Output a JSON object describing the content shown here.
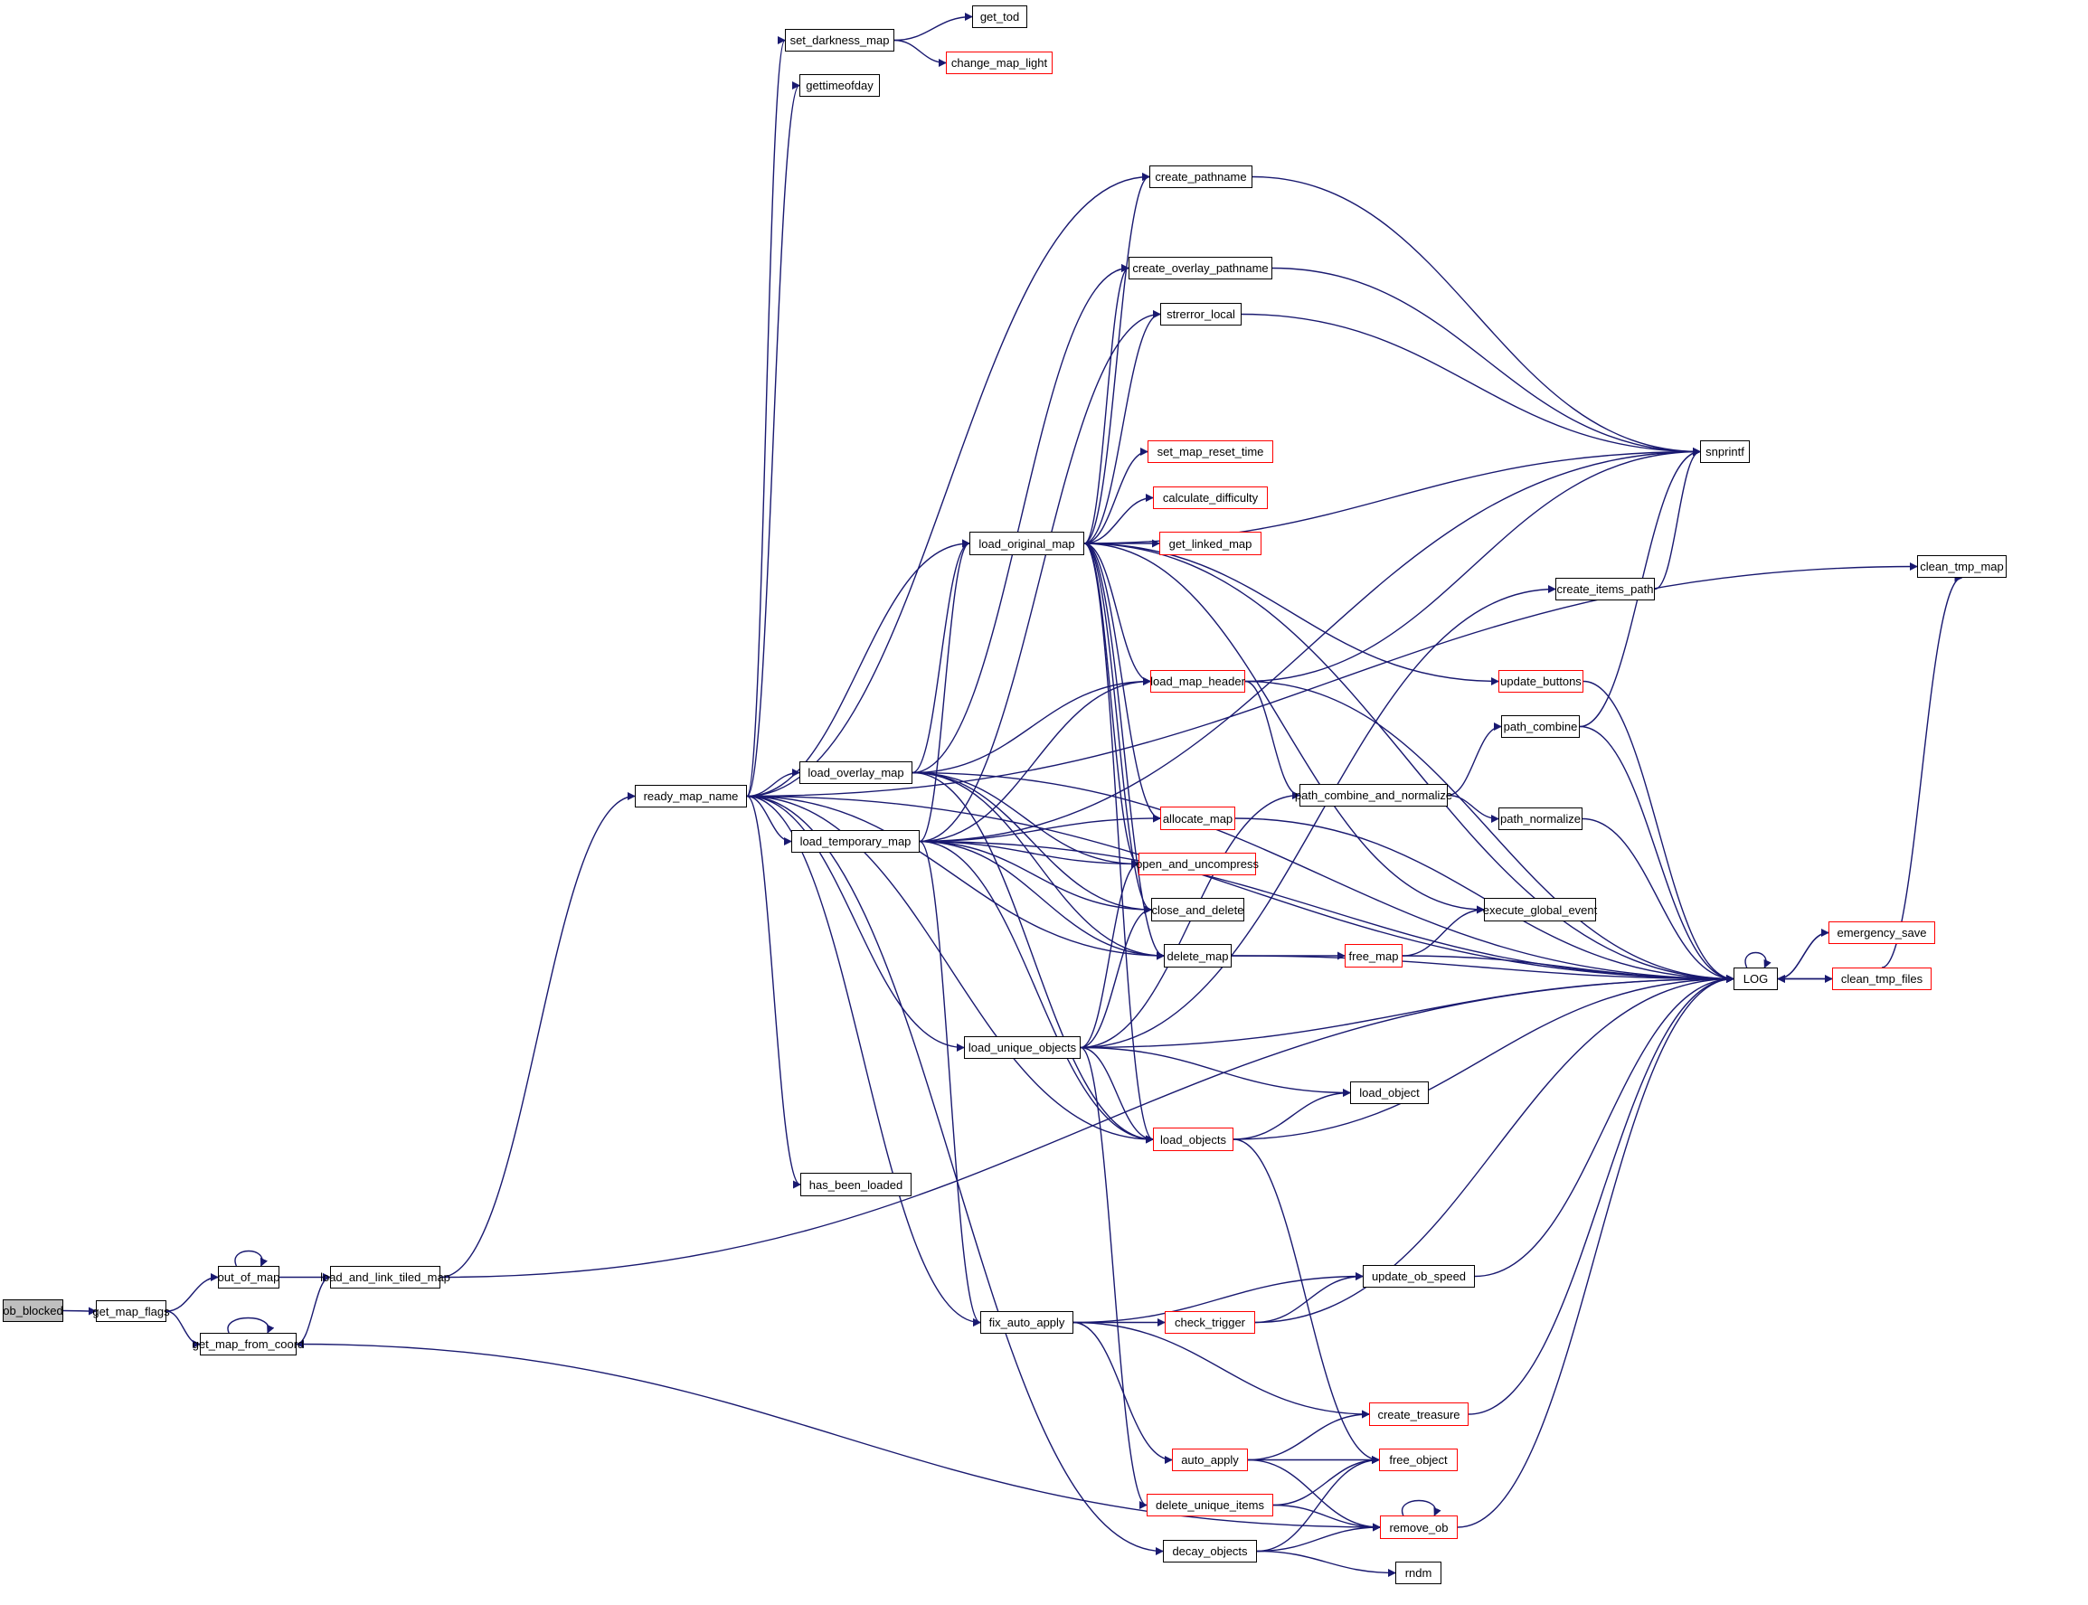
{
  "graph": {
    "type": "call-graph",
    "root": "ob_blocked",
    "edge_color": "#191970",
    "node_border_default": "#000000",
    "node_border_incomplete": "#ff0000",
    "root_fill": "#bfbfbf",
    "nodes": [
      {
        "id": "ob_blocked",
        "label": "ob_blocked",
        "style": "root"
      },
      {
        "id": "get_map_flags",
        "label": "get_map_flags",
        "style": "normal"
      },
      {
        "id": "out_of_map",
        "label": "out_of_map",
        "style": "normal"
      },
      {
        "id": "get_map_from_coord",
        "label": "get_map_from_coord",
        "style": "normal"
      },
      {
        "id": "load_and_link_tiled_map",
        "label": "load_and_link_tiled_map",
        "style": "normal"
      },
      {
        "id": "ready_map_name",
        "label": "ready_map_name",
        "style": "normal"
      },
      {
        "id": "set_darkness_map",
        "label": "set_darkness_map",
        "style": "normal"
      },
      {
        "id": "get_tod",
        "label": "get_tod",
        "style": "normal"
      },
      {
        "id": "change_map_light",
        "label": "change_map_light",
        "style": "red"
      },
      {
        "id": "gettimeofday",
        "label": "gettimeofday",
        "style": "normal"
      },
      {
        "id": "create_pathname",
        "label": "create_pathname",
        "style": "normal"
      },
      {
        "id": "create_overlay_pathname",
        "label": "create_overlay_pathname",
        "style": "normal"
      },
      {
        "id": "strerror_local",
        "label": "strerror_local",
        "style": "normal"
      },
      {
        "id": "snprintf",
        "label": "snprintf",
        "style": "normal"
      },
      {
        "id": "set_map_reset_time",
        "label": "set_map_reset_time",
        "style": "red"
      },
      {
        "id": "calculate_difficulty",
        "label": "calculate_difficulty",
        "style": "red"
      },
      {
        "id": "get_linked_map",
        "label": "get_linked_map",
        "style": "red"
      },
      {
        "id": "load_original_map",
        "label": "load_original_map",
        "style": "normal"
      },
      {
        "id": "clean_tmp_map",
        "label": "clean_tmp_map",
        "style": "normal"
      },
      {
        "id": "create_items_path",
        "label": "create_items_path",
        "style": "normal"
      },
      {
        "id": "load_map_header",
        "label": "load_map_header",
        "style": "red"
      },
      {
        "id": "update_buttons",
        "label": "update_buttons",
        "style": "red"
      },
      {
        "id": "path_combine",
        "label": "path_combine",
        "style": "normal"
      },
      {
        "id": "load_overlay_map",
        "label": "load_overlay_map",
        "style": "normal"
      },
      {
        "id": "path_combine_and_normalize",
        "label": "path_combine_and_normalize",
        "style": "normal"
      },
      {
        "id": "allocate_map",
        "label": "allocate_map",
        "style": "red"
      },
      {
        "id": "path_normalize",
        "label": "path_normalize",
        "style": "normal"
      },
      {
        "id": "load_temporary_map",
        "label": "load_temporary_map",
        "style": "normal"
      },
      {
        "id": "open_and_uncompress",
        "label": "open_and_uncompress",
        "style": "red"
      },
      {
        "id": "close_and_delete",
        "label": "close_and_delete",
        "style": "normal"
      },
      {
        "id": "execute_global_event",
        "label": "execute_global_event",
        "style": "normal"
      },
      {
        "id": "emergency_save",
        "label": "emergency_save",
        "style": "red"
      },
      {
        "id": "delete_map",
        "label": "delete_map",
        "style": "normal"
      },
      {
        "id": "free_map",
        "label": "free_map",
        "style": "red"
      },
      {
        "id": "LOG",
        "label": "LOG",
        "style": "normal"
      },
      {
        "id": "clean_tmp_files",
        "label": "clean_tmp_files",
        "style": "red"
      },
      {
        "id": "load_unique_objects",
        "label": "load_unique_objects",
        "style": "normal"
      },
      {
        "id": "load_object",
        "label": "load_object",
        "style": "normal"
      },
      {
        "id": "load_objects",
        "label": "load_objects",
        "style": "red"
      },
      {
        "id": "has_been_loaded",
        "label": "has_been_loaded",
        "style": "normal"
      },
      {
        "id": "update_ob_speed",
        "label": "update_ob_speed",
        "style": "normal"
      },
      {
        "id": "fix_auto_apply",
        "label": "fix_auto_apply",
        "style": "normal"
      },
      {
        "id": "check_trigger",
        "label": "check_trigger",
        "style": "red"
      },
      {
        "id": "create_treasure",
        "label": "create_treasure",
        "style": "red"
      },
      {
        "id": "auto_apply",
        "label": "auto_apply",
        "style": "red"
      },
      {
        "id": "free_object",
        "label": "free_object",
        "style": "red"
      },
      {
        "id": "delete_unique_items",
        "label": "delete_unique_items",
        "style": "red"
      },
      {
        "id": "remove_ob",
        "label": "remove_ob",
        "style": "red"
      },
      {
        "id": "decay_objects",
        "label": "decay_objects",
        "style": "normal"
      },
      {
        "id": "rndm",
        "label": "rndm",
        "style": "normal"
      }
    ],
    "edges": [
      [
        "ob_blocked",
        "get_map_flags"
      ],
      [
        "get_map_flags",
        "out_of_map"
      ],
      [
        "get_map_flags",
        "get_map_from_coord"
      ],
      [
        "out_of_map",
        "out_of_map"
      ],
      [
        "out_of_map",
        "load_and_link_tiled_map"
      ],
      [
        "get_map_from_coord",
        "get_map_from_coord"
      ],
      [
        "get_map_from_coord",
        "load_and_link_tiled_map"
      ],
      [
        "load_and_link_tiled_map",
        "ready_map_name"
      ],
      [
        "load_and_link_tiled_map",
        "LOG"
      ],
      [
        "ready_map_name",
        "set_darkness_map"
      ],
      [
        "ready_map_name",
        "gettimeofday"
      ],
      [
        "ready_map_name",
        "clean_tmp_map"
      ],
      [
        "ready_map_name",
        "create_pathname"
      ],
      [
        "ready_map_name",
        "LOG"
      ],
      [
        "ready_map_name",
        "load_original_map"
      ],
      [
        "ready_map_name",
        "load_overlay_map"
      ],
      [
        "ready_map_name",
        "load_temporary_map"
      ],
      [
        "ready_map_name",
        "load_unique_objects"
      ],
      [
        "ready_map_name",
        "delete_map"
      ],
      [
        "ready_map_name",
        "has_been_loaded"
      ],
      [
        "ready_map_name",
        "fix_auto_apply"
      ],
      [
        "ready_map_name",
        "decay_objects"
      ],
      [
        "ready_map_name",
        "load_objects"
      ],
      [
        "set_darkness_map",
        "get_tod"
      ],
      [
        "set_darkness_map",
        "change_map_light"
      ],
      [
        "create_pathname",
        "snprintf"
      ],
      [
        "create_overlay_pathname",
        "snprintf"
      ],
      [
        "strerror_local",
        "snprintf"
      ],
      [
        "load_original_map",
        "create_pathname"
      ],
      [
        "load_original_map",
        "create_overlay_pathname"
      ],
      [
        "load_original_map",
        "strerror_local"
      ],
      [
        "load_original_map",
        "snprintf"
      ],
      [
        "load_original_map",
        "set_map_reset_time"
      ],
      [
        "load_original_map",
        "calculate_difficulty"
      ],
      [
        "load_original_map",
        "get_linked_map"
      ],
      [
        "load_original_map",
        "LOG"
      ],
      [
        "load_original_map",
        "load_map_header"
      ],
      [
        "load_original_map",
        "update_buttons"
      ],
      [
        "load_original_map",
        "allocate_map"
      ],
      [
        "load_original_map",
        "open_and_uncompress"
      ],
      [
        "load_original_map",
        "close_and_delete"
      ],
      [
        "load_original_map",
        "delete_map"
      ],
      [
        "load_original_map",
        "load_objects"
      ],
      [
        "load_original_map",
        "execute_global_event"
      ],
      [
        "load_overlay_map",
        "create_overlay_pathname"
      ],
      [
        "load_overlay_map",
        "load_original_map"
      ],
      [
        "load_overlay_map",
        "load_map_header"
      ],
      [
        "load_overlay_map",
        "LOG"
      ],
      [
        "load_overlay_map",
        "open_and_uncompress"
      ],
      [
        "load_overlay_map",
        "close_and_delete"
      ],
      [
        "load_overlay_map",
        "delete_map"
      ],
      [
        "load_overlay_map",
        "load_objects"
      ],
      [
        "load_temporary_map",
        "strerror_local"
      ],
      [
        "load_temporary_map",
        "snprintf"
      ],
      [
        "load_temporary_map",
        "load_original_map"
      ],
      [
        "load_temporary_map",
        "load_map_header"
      ],
      [
        "load_temporary_map",
        "allocate_map"
      ],
      [
        "load_temporary_map",
        "open_and_uncompress"
      ],
      [
        "load_temporary_map",
        "close_and_delete"
      ],
      [
        "load_temporary_map",
        "delete_map"
      ],
      [
        "load_temporary_map",
        "load_objects"
      ],
      [
        "load_temporary_map",
        "LOG"
      ],
      [
        "load_temporary_map",
        "fix_auto_apply"
      ],
      [
        "load_map_header",
        "snprintf"
      ],
      [
        "load_map_header",
        "path_combine_and_normalize"
      ],
      [
        "load_map_header",
        "LOG"
      ],
      [
        "path_combine_and_normalize",
        "path_combine"
      ],
      [
        "path_combine_and_normalize",
        "path_normalize"
      ],
      [
        "path_combine",
        "snprintf"
      ],
      [
        "path_combine",
        "LOG"
      ],
      [
        "path_normalize",
        "LOG"
      ],
      [
        "create_items_path",
        "snprintf"
      ],
      [
        "update_buttons",
        "LOG"
      ],
      [
        "allocate_map",
        "LOG"
      ],
      [
        "delete_map",
        "free_map"
      ],
      [
        "delete_map",
        "LOG"
      ],
      [
        "free_map",
        "execute_global_event"
      ],
      [
        "free_map",
        "LOG"
      ],
      [
        "LOG",
        "LOG"
      ],
      [
        "LOG",
        "emergency_save"
      ],
      [
        "LOG",
        "clean_tmp_files"
      ],
      [
        "emergency_save",
        "LOG"
      ],
      [
        "clean_tmp_files",
        "LOG"
      ],
      [
        "clean_tmp_files",
        "clean_tmp_map"
      ],
      [
        "load_unique_objects",
        "create_items_path"
      ],
      [
        "load_unique_objects",
        "open_and_uncompress"
      ],
      [
        "load_unique_objects",
        "close_and_delete"
      ],
      [
        "load_unique_objects",
        "path_combine_and_normalize"
      ],
      [
        "load_unique_objects",
        "load_object"
      ],
      [
        "load_unique_objects",
        "load_objects"
      ],
      [
        "load_unique_objects",
        "LOG"
      ],
      [
        "load_unique_objects",
        "delete_unique_items"
      ],
      [
        "load_objects",
        "load_object"
      ],
      [
        "load_objects",
        "LOG"
      ],
      [
        "load_objects",
        "free_object"
      ],
      [
        "fix_auto_apply",
        "update_ob_speed"
      ],
      [
        "fix_auto_apply",
        "check_trigger"
      ],
      [
        "fix_auto_apply",
        "create_treasure"
      ],
      [
        "fix_auto_apply",
        "auto_apply"
      ],
      [
        "check_trigger",
        "update_ob_speed"
      ],
      [
        "check_trigger",
        "LOG"
      ],
      [
        "update_ob_speed",
        "LOG"
      ],
      [
        "create_treasure",
        "LOG"
      ],
      [
        "auto_apply",
        "create_treasure"
      ],
      [
        "auto_apply",
        "free_object"
      ],
      [
        "auto_apply",
        "remove_ob"
      ],
      [
        "delete_unique_items",
        "free_object"
      ],
      [
        "delete_unique_items",
        "remove_ob"
      ],
      [
        "remove_ob",
        "remove_ob"
      ],
      [
        "remove_ob",
        "LOG"
      ],
      [
        "remove_ob",
        "get_map_from_coord"
      ],
      [
        "decay_objects",
        "free_object"
      ],
      [
        "decay_objects",
        "remove_ob"
      ],
      [
        "decay_objects",
        "rndm"
      ]
    ]
  }
}
